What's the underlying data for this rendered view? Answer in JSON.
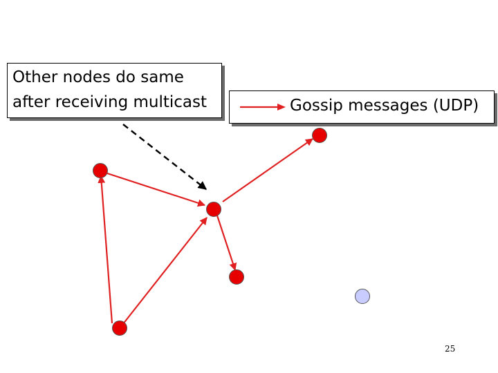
{
  "callout": {
    "line1": "Other nodes do same",
    "line2": "after receiving multicast"
  },
  "legend": {
    "label": "Gossip messages (UDP)",
    "arrow_color": "#e02020"
  },
  "page_number": "25",
  "colors": {
    "gossip_arrow": "#e02020",
    "active_node": "#e60000",
    "inactive_node": "#c8ccff",
    "dashed_pointer": "#000000"
  },
  "nodes": [
    {
      "id": "n1",
      "state": "active"
    },
    {
      "id": "n2",
      "state": "active"
    },
    {
      "id": "n3",
      "state": "active"
    },
    {
      "id": "n4",
      "state": "active"
    },
    {
      "id": "n5",
      "state": "active"
    },
    {
      "id": "n6",
      "state": "inactive"
    }
  ],
  "edges": [
    {
      "from": "n1",
      "to": "n3"
    },
    {
      "from": "n3",
      "to": "n2"
    },
    {
      "from": "n3",
      "to": "n4"
    },
    {
      "from": "n5",
      "to": "n3"
    },
    {
      "from": "n5",
      "to": "n1"
    }
  ]
}
